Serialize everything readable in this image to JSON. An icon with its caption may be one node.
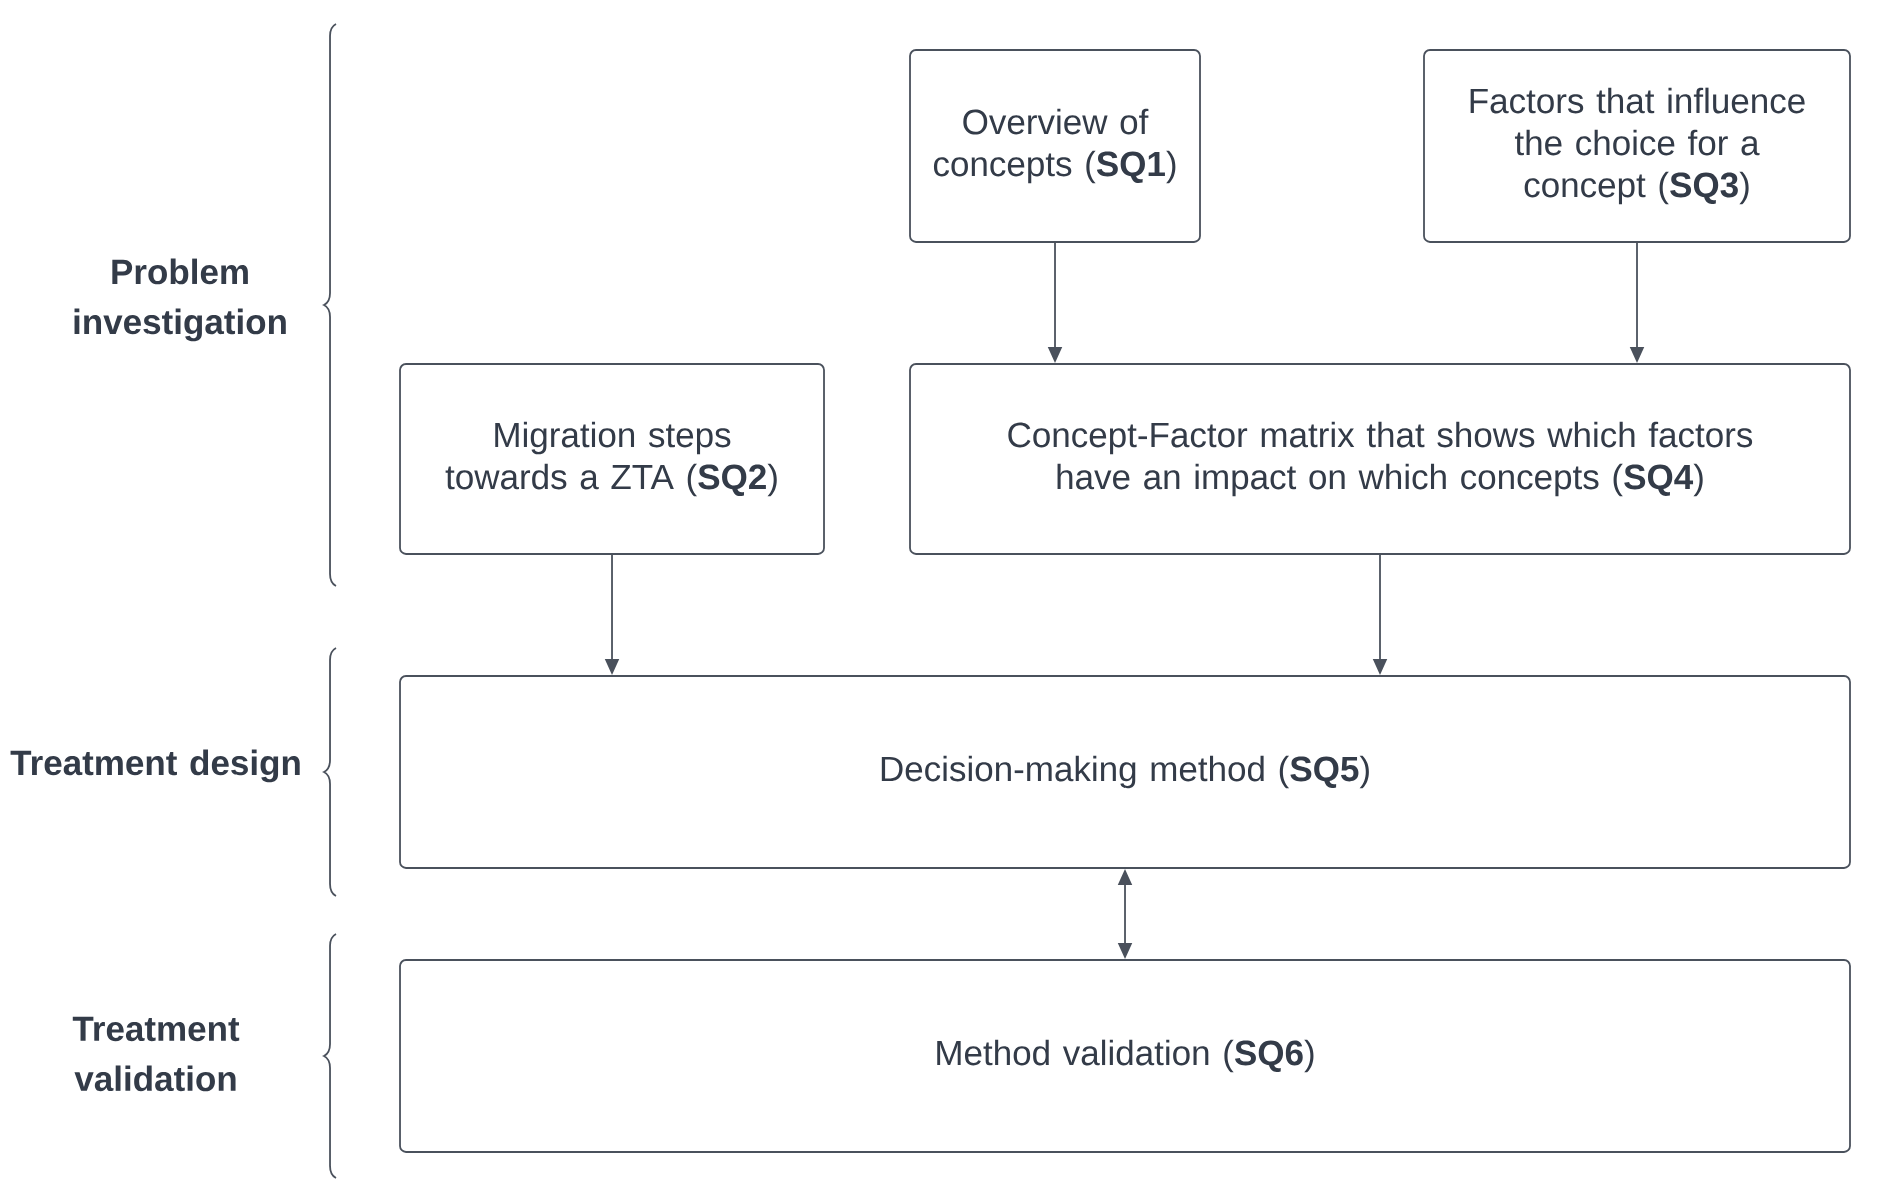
{
  "diagram": {
    "nodes": [
      {
        "text": [
          "Overview of concepts (**SQ1**)"
        ]
      },
      {
        "text": [
          "Factors that influence the choice for a concept (**SQ3**)"
        ]
      },
      {
        "text": [
          "Migration steps towards a ZTA (**SQ2**)"
        ]
      },
      {
        "text": [
          "Concept-Factor matrix that shows which factors have an impact on which concepts (**SQ4**)"
        ]
      },
      {
        "text": [
          "Decision-making method (**SQ5**)"
        ]
      },
      {
        "text": [
          "Method validation (**SQ6**)"
        ]
      }
    ],
    "edges": [
      {
        "from": 0,
        "to": 3,
        "arrow": "to"
      },
      {
        "from": 1,
        "to": 3,
        "arrow": "to"
      },
      {
        "from": 2,
        "to": 4,
        "arrow": "to"
      },
      {
        "from": 3,
        "to": 4,
        "arrow": "to"
      },
      {
        "from": 4,
        "to": 5,
        "arrow": "both"
      }
    ],
    "labels": [
      "Problem investigation",
      "Treatment design",
      "Treatment validation"
    ]
  }
}
